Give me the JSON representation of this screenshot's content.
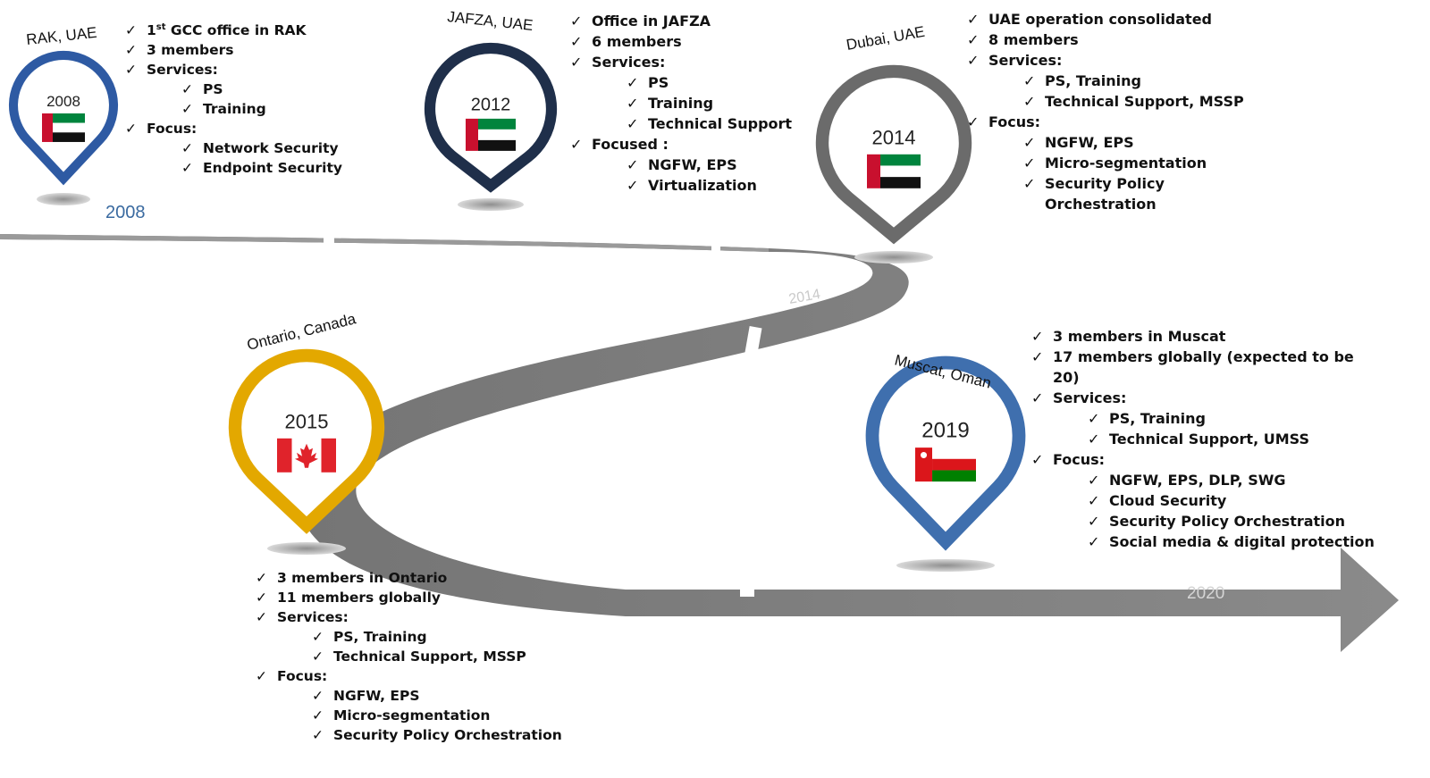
{
  "timeline": {
    "year_labels": [
      "2008",
      "2014",
      "2020"
    ],
    "colors": {
      "road": "#7a7a7a",
      "road_light": "#bdbdbd",
      "label_2008": "#3a6aa0"
    }
  },
  "milestones": [
    {
      "id": "rak",
      "location": "RAK, UAE",
      "year": "2008",
      "flag": "uae-flag-icon",
      "color": "#2e5aa3",
      "items": [
        {
          "text": "GCC office in RAK",
          "prefix": "1",
          "sup": "st",
          "level": 0
        },
        {
          "text": "3 members",
          "level": 0
        },
        {
          "text": "Services:",
          "level": 0
        },
        {
          "text": "PS",
          "level": 1
        },
        {
          "text": "Training",
          "level": 1
        },
        {
          "text": "Focus:",
          "level": 0
        },
        {
          "text": "Network Security",
          "level": 1
        },
        {
          "text": "Endpoint Security",
          "level": 1
        }
      ]
    },
    {
      "id": "jafza",
      "location": "JAFZA, UAE",
      "year": "2012",
      "flag": "uae-flag-icon",
      "color": "#1f2f4a",
      "items": [
        {
          "text": "Office in JAFZA",
          "level": 0
        },
        {
          "text": "6 members",
          "level": 0
        },
        {
          "text": "Services:",
          "level": 0
        },
        {
          "text": "PS",
          "level": 1
        },
        {
          "text": "Training",
          "level": 1
        },
        {
          "text": "Technical Support",
          "level": 1
        },
        {
          "text": "Focused :",
          "level": 0
        },
        {
          "text": "NGFW, EPS",
          "level": 1
        },
        {
          "text": "Virtualization",
          "level": 1
        }
      ]
    },
    {
      "id": "dubai",
      "location": "Dubai, UAE",
      "year": "2014",
      "flag": "uae-flag-icon",
      "color": "#6b6b6b",
      "items": [
        {
          "text": "UAE operation consolidated",
          "level": 0
        },
        {
          "text": "8 members",
          "level": 0
        },
        {
          "text": "Services:",
          "level": 0
        },
        {
          "text": "PS, Training",
          "level": 1
        },
        {
          "text": "Technical Support, MSSP",
          "level": 1
        },
        {
          "text": "Focus:",
          "level": 0
        },
        {
          "text": "NGFW, EPS",
          "level": 1
        },
        {
          "text": "Micro-segmentation",
          "level": 1
        },
        {
          "text": "Security Policy",
          "level": 1
        },
        {
          "text": "Orchestration",
          "level": 1,
          "cont": true
        }
      ]
    },
    {
      "id": "ontario",
      "location": "Ontario, Canada",
      "year": "2015",
      "flag": "canada-flag-icon",
      "color": "#e3a800",
      "items": [
        {
          "text": "3 members in Ontario",
          "level": 0
        },
        {
          "text": "11 members globally",
          "level": 0
        },
        {
          "text": "Services:",
          "level": 0
        },
        {
          "text": "PS, Training",
          "level": 1
        },
        {
          "text": "Technical Support, MSSP",
          "level": 1
        },
        {
          "text": "Focus:",
          "level": 0
        },
        {
          "text": "NGFW,  EPS",
          "level": 1
        },
        {
          "text": "Micro-segmentation",
          "level": 1
        },
        {
          "text": "Security Policy Orchestration",
          "level": 1
        }
      ]
    },
    {
      "id": "muscat",
      "location": "Muscat, Oman",
      "year": "2019",
      "flag": "oman-flag-icon",
      "color": "#3f6fae",
      "items": [
        {
          "text": "3 members in Muscat",
          "level": 0
        },
        {
          "text": "17 members  globally (expected to be",
          "level": 0
        },
        {
          "text": "20)",
          "level": 0,
          "cont": true
        },
        {
          "text": "Services:",
          "level": 0
        },
        {
          "text": "PS, Training",
          "level": 1
        },
        {
          "text": "Technical Support, UMSS",
          "level": 1
        },
        {
          "text": "Focus:",
          "level": 0
        },
        {
          "text": "NGFW, EPS, DLP, SWG",
          "level": 1
        },
        {
          "text": "Cloud Security",
          "level": 1
        },
        {
          "text": "Security Policy Orchestration",
          "level": 1
        },
        {
          "text": "Social media & digital protection",
          "level": 1
        }
      ]
    }
  ]
}
